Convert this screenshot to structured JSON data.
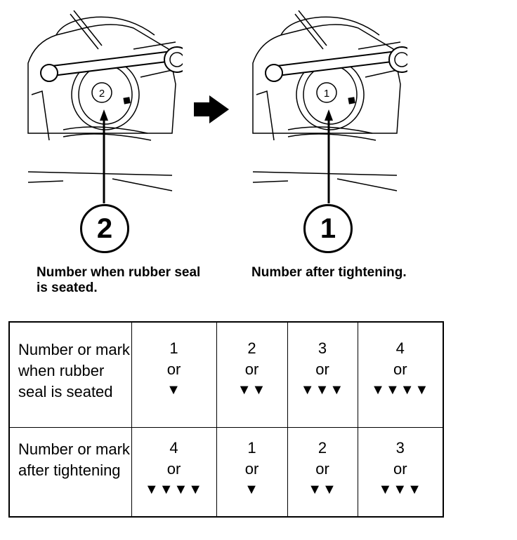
{
  "figures": {
    "left": {
      "callout": "2",
      "caption": "Number when rubber seal is seated.",
      "cap_mark": "2"
    },
    "right": {
      "callout": "1",
      "caption": "Number after tightening.",
      "cap_mark": "1"
    }
  },
  "table": {
    "rows": [
      {
        "header": "Number or mark when rubber seal is seated",
        "cells": [
          {
            "number": "1",
            "or": "or",
            "marks": "▼"
          },
          {
            "number": "2",
            "or": "or",
            "marks": "▼▼"
          },
          {
            "number": "3",
            "or": "or",
            "marks": "▼▼▼"
          },
          {
            "number": "4",
            "or": "or",
            "marks": "▼▼▼▼"
          }
        ]
      },
      {
        "header": "Number or mark after tightening",
        "cells": [
          {
            "number": "4",
            "or": "or",
            "marks": "▼▼▼▼"
          },
          {
            "number": "1",
            "or": "or",
            "marks": "▼"
          },
          {
            "number": "2",
            "or": "or",
            "marks": "▼▼"
          },
          {
            "number": "3",
            "or": "or",
            "marks": "▼▼▼"
          }
        ]
      }
    ]
  }
}
